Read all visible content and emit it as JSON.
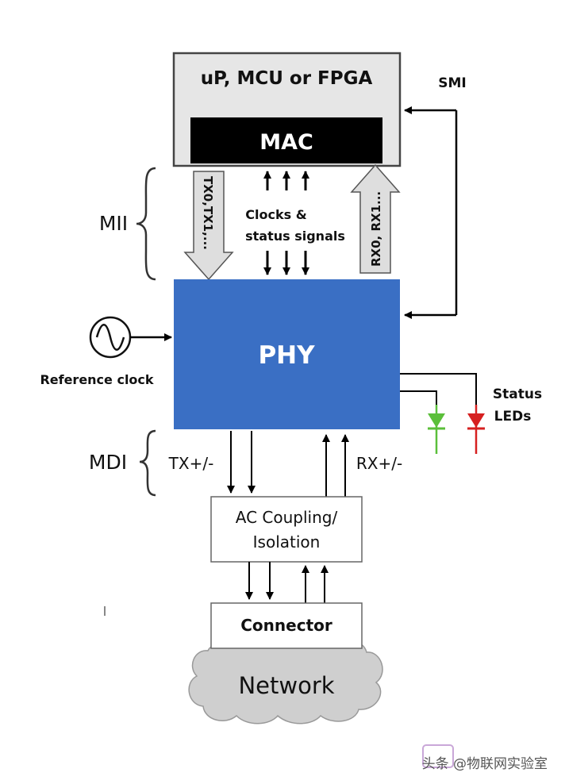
{
  "diagram": {
    "cpu_label": "uP, MCU or FPGA",
    "mac_label": "MAC",
    "phy_label": "PHY",
    "smi_label": "SMI",
    "mii_label": "MII",
    "tx_bus_label": "TX0,TX1,...",
    "rx_bus_label": "RX0, RX1...",
    "clocks_line1": "Clocks &",
    "clocks_line2": "status signals",
    "ref_clock_label": "Reference clock",
    "status_line1": "Status",
    "status_line2": "LEDs",
    "mdi_label": "MDI",
    "tx_pm_label": "TX+/-",
    "rx_pm_label": "RX+/-",
    "ac_line1": "AC Coupling/",
    "ac_line2": "Isolation",
    "connector_label": "Connector",
    "network_label": "Network",
    "watermark": "头条 @物联网实验室"
  },
  "colors": {
    "phy_fill": "#3a6fc4",
    "cpu_fill": "#e6e6e6",
    "mac_fill": "#000000",
    "network_fill": "#cfcfcf",
    "led_green": "#5bbf3a",
    "led_red": "#d62020",
    "bus_arrow_fill": "#dedede"
  }
}
